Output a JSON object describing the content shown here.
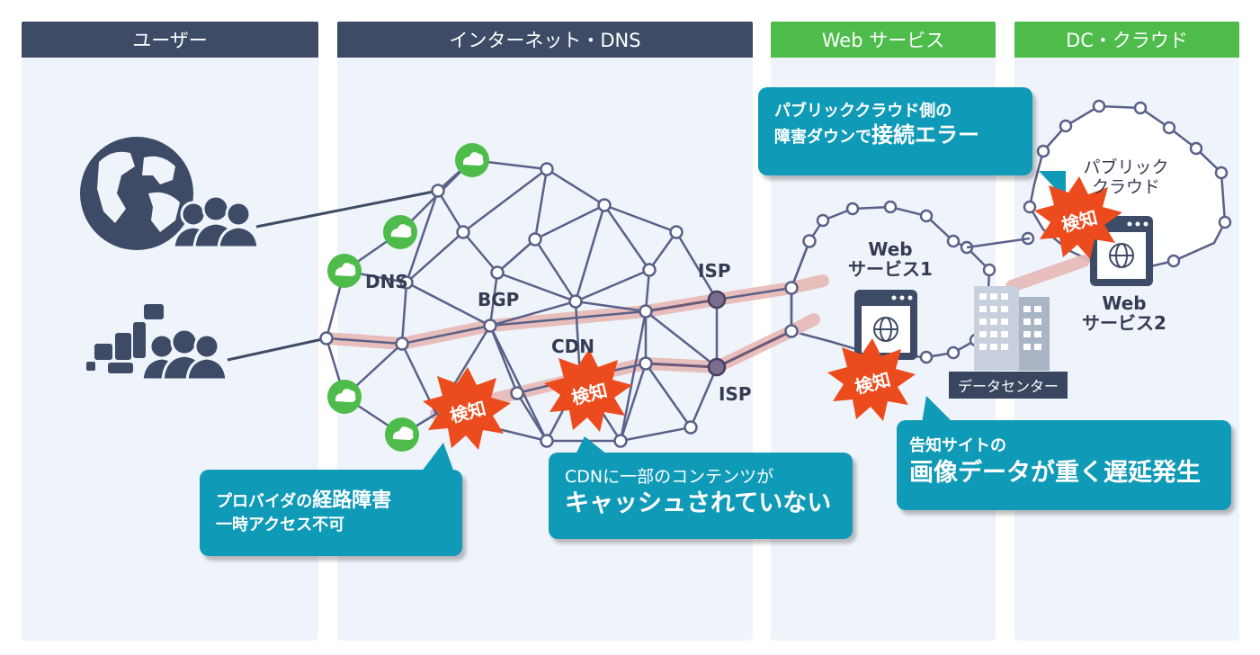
{
  "columns": [
    {
      "label": "ユーザー"
    },
    {
      "label": "インターネット・DNS"
    },
    {
      "label": "Web サービス"
    },
    {
      "label": "DC・クラウド"
    }
  ],
  "labels": {
    "dns": "DNS",
    "bgp": "BGP",
    "cdn": "CDN",
    "isp_top": "ISP",
    "isp_bottom": "ISP",
    "web1_line1": "Web",
    "web1_line2": "サービス1",
    "web2_line1": "Web",
    "web2_line2": "サービス2",
    "public_cloud_line1": "パブリック",
    "public_cloud_line2": "クラウド",
    "datacenter": "データセンター"
  },
  "bursts": [
    "検知",
    "検知",
    "検知",
    "検知"
  ],
  "callouts": {
    "cloud_error": {
      "line1": "パブリッククラウド側の",
      "line2_prefix": "障害ダウンで",
      "line2_emph": "接続エラー"
    },
    "provider": {
      "line1_prefix": "プロバイダの",
      "line1_emph": "経路障害",
      "line2": "一時アクセス不可"
    },
    "cdn": {
      "line1": "CDNに一部のコンテンツが",
      "line2": "キャッシュされていない"
    },
    "notice_site": {
      "line1": "告知サイトの",
      "line2": "画像データが重く遅延発生"
    }
  },
  "colors": {
    "column_bg": "#eef4fa",
    "header_dark": "#3e4b66",
    "header_green": "#4ebc4a",
    "link": "#5a6188",
    "route": "#e8b9b6",
    "alert": "#ec4b1e",
    "callout": "#0f9ab7",
    "cdn_green": "#4ebc4a"
  }
}
